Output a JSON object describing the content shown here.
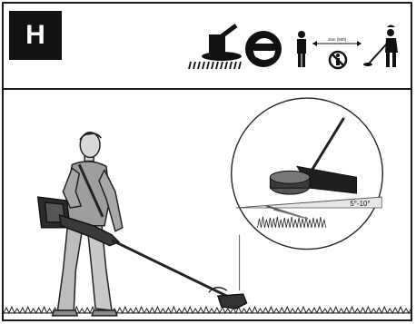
{
  "section": {
    "label": "H"
  },
  "safety_icons": {
    "distance_label": "15m (50ft)",
    "items": [
      "cut-with-line-at-grass-level-icon",
      "eye-ear-protection-icon",
      "bystander-distance-icon",
      "operator-trimming-icon"
    ]
  },
  "detail": {
    "angle_label": "5°-10°"
  }
}
